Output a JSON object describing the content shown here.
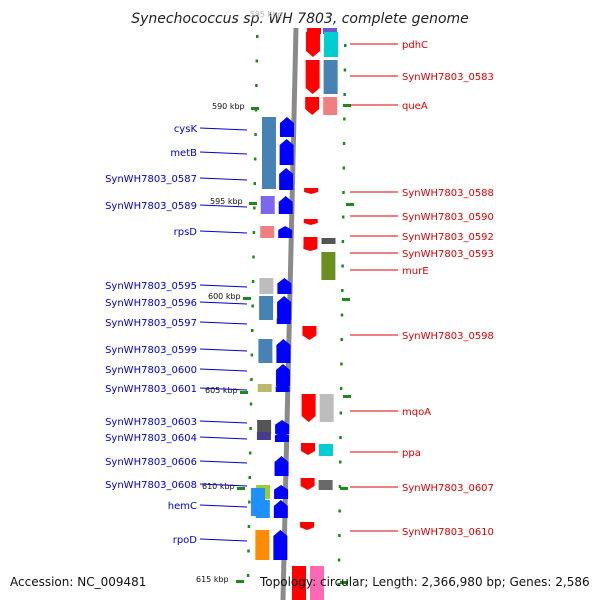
{
  "title": "Synechococcus sp. WH 7803, complete genome",
  "accession": "Accession: NC_009481",
  "topology": "Topology: circular; Length: 2,366,980 bp; Genes: 2,586",
  "ghost_tick": "585 kbp",
  "colors": {
    "left_label": "#0000cc",
    "right_label": "#dd0000",
    "axis": "#8a8a8a",
    "dot": "#1a8a1a"
  },
  "ticks": [
    {
      "label": "590 kbp",
      "kb": 590
    },
    {
      "label": "595 kbp",
      "kb": 595
    },
    {
      "label": "600 kbp",
      "kb": 600
    },
    {
      "label": "605 kbp",
      "kb": 605
    },
    {
      "label": "610 kbp",
      "kb": 610
    },
    {
      "label": "615 kbp",
      "kb": 615
    }
  ],
  "left_genes": [
    {
      "name": "cysK",
      "color": "#4682b4"
    },
    {
      "name": "metB",
      "color": "#4682b4"
    },
    {
      "name": "SynWH7803_0587",
      "color": "#4682b4"
    },
    {
      "name": "SynWH7803_0589",
      "color": "#7b68ee"
    },
    {
      "name": "rpsD",
      "color": "#f08080"
    },
    {
      "name": "SynWH7803_0595",
      "color": "#bdbdbd"
    },
    {
      "name": "SynWH7803_0596",
      "color": "#4682b4"
    },
    {
      "name": "SynWH7803_0597",
      "color": "#4682b4"
    },
    {
      "name": "SynWH7803_0599",
      "color": "#4682b4"
    },
    {
      "name": "SynWH7803_0600",
      "color": "#4682b4"
    },
    {
      "name": "SynWH7803_0601",
      "color": "#bdb76b"
    },
    {
      "name": "SynWH7803_0603",
      "color": "#555555"
    },
    {
      "name": "SynWH7803_0604",
      "color": "#483d8b"
    },
    {
      "name": "SynWH7803_0606",
      "color": "#4682b4"
    },
    {
      "name": "SynWH7803_0608",
      "color": "#9acd32"
    },
    {
      "name": "hemC",
      "color": "#1e90ff"
    },
    {
      "name": "rpoD",
      "color": "#ff8c00"
    }
  ],
  "right_genes": [
    {
      "name": "pdhC",
      "color": "#00ced1"
    },
    {
      "name": "SynWH7803_0583",
      "color": "#4682b4"
    },
    {
      "name": "queA",
      "color": "#f08080"
    },
    {
      "name": "SynWH7803_0588",
      "color": "#4682b4"
    },
    {
      "name": "SynWH7803_0590",
      "color": "#4682b4"
    },
    {
      "name": "SynWH7803_0592",
      "color": "#555555"
    },
    {
      "name": "SynWH7803_0593",
      "color": "#555555"
    },
    {
      "name": "murE",
      "color": "#6b8e23"
    },
    {
      "name": "SynWH7803_0598",
      "color": "#4682b4"
    },
    {
      "name": "mqoA",
      "color": "#bdbdbd"
    },
    {
      "name": "ppa",
      "color": "#00ced1"
    },
    {
      "name": "SynWH7803_0607",
      "color": "#696969"
    },
    {
      "name": "SynWH7803_0610",
      "color": "#4682b4"
    }
  ]
}
